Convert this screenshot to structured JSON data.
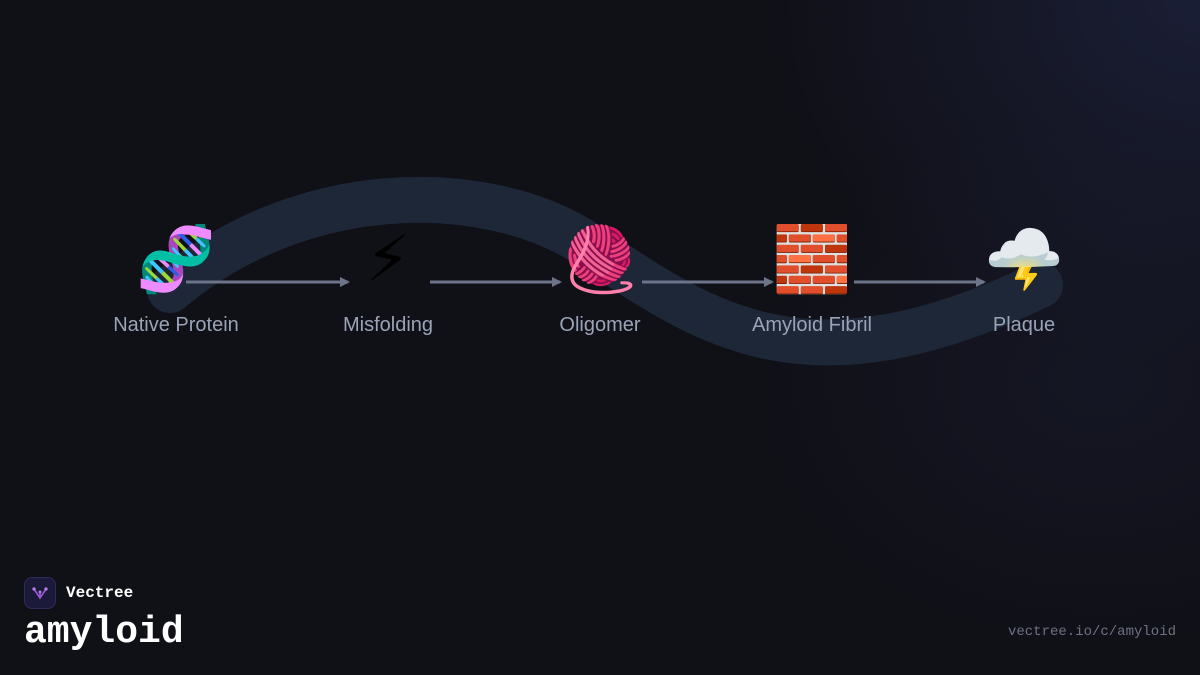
{
  "diagram": {
    "steps": [
      {
        "icon": "🧬",
        "icon_name": "dna-icon",
        "label": "Native Protein"
      },
      {
        "icon": "⚡",
        "icon_name": "lightning-icon",
        "label": "Misfolding"
      },
      {
        "icon": "🧶",
        "icon_name": "yarn-ball-icon",
        "label": "Oligomer"
      },
      {
        "icon": "🧱",
        "icon_name": "brick-wall-icon",
        "label": "Amyloid Fibril"
      },
      {
        "icon": "🌩️",
        "icon_name": "storm-cloud-icon",
        "label": "Plaque"
      }
    ]
  },
  "footer": {
    "brand": "Vectree",
    "title": "amyloid",
    "url": "vectree.io/c/amyloid"
  },
  "colors": {
    "background": "#101017",
    "wave": "#1e2738",
    "arrow": "#6b7488",
    "label": "#9aa4b8",
    "logo_accent": "#9b59d6"
  }
}
